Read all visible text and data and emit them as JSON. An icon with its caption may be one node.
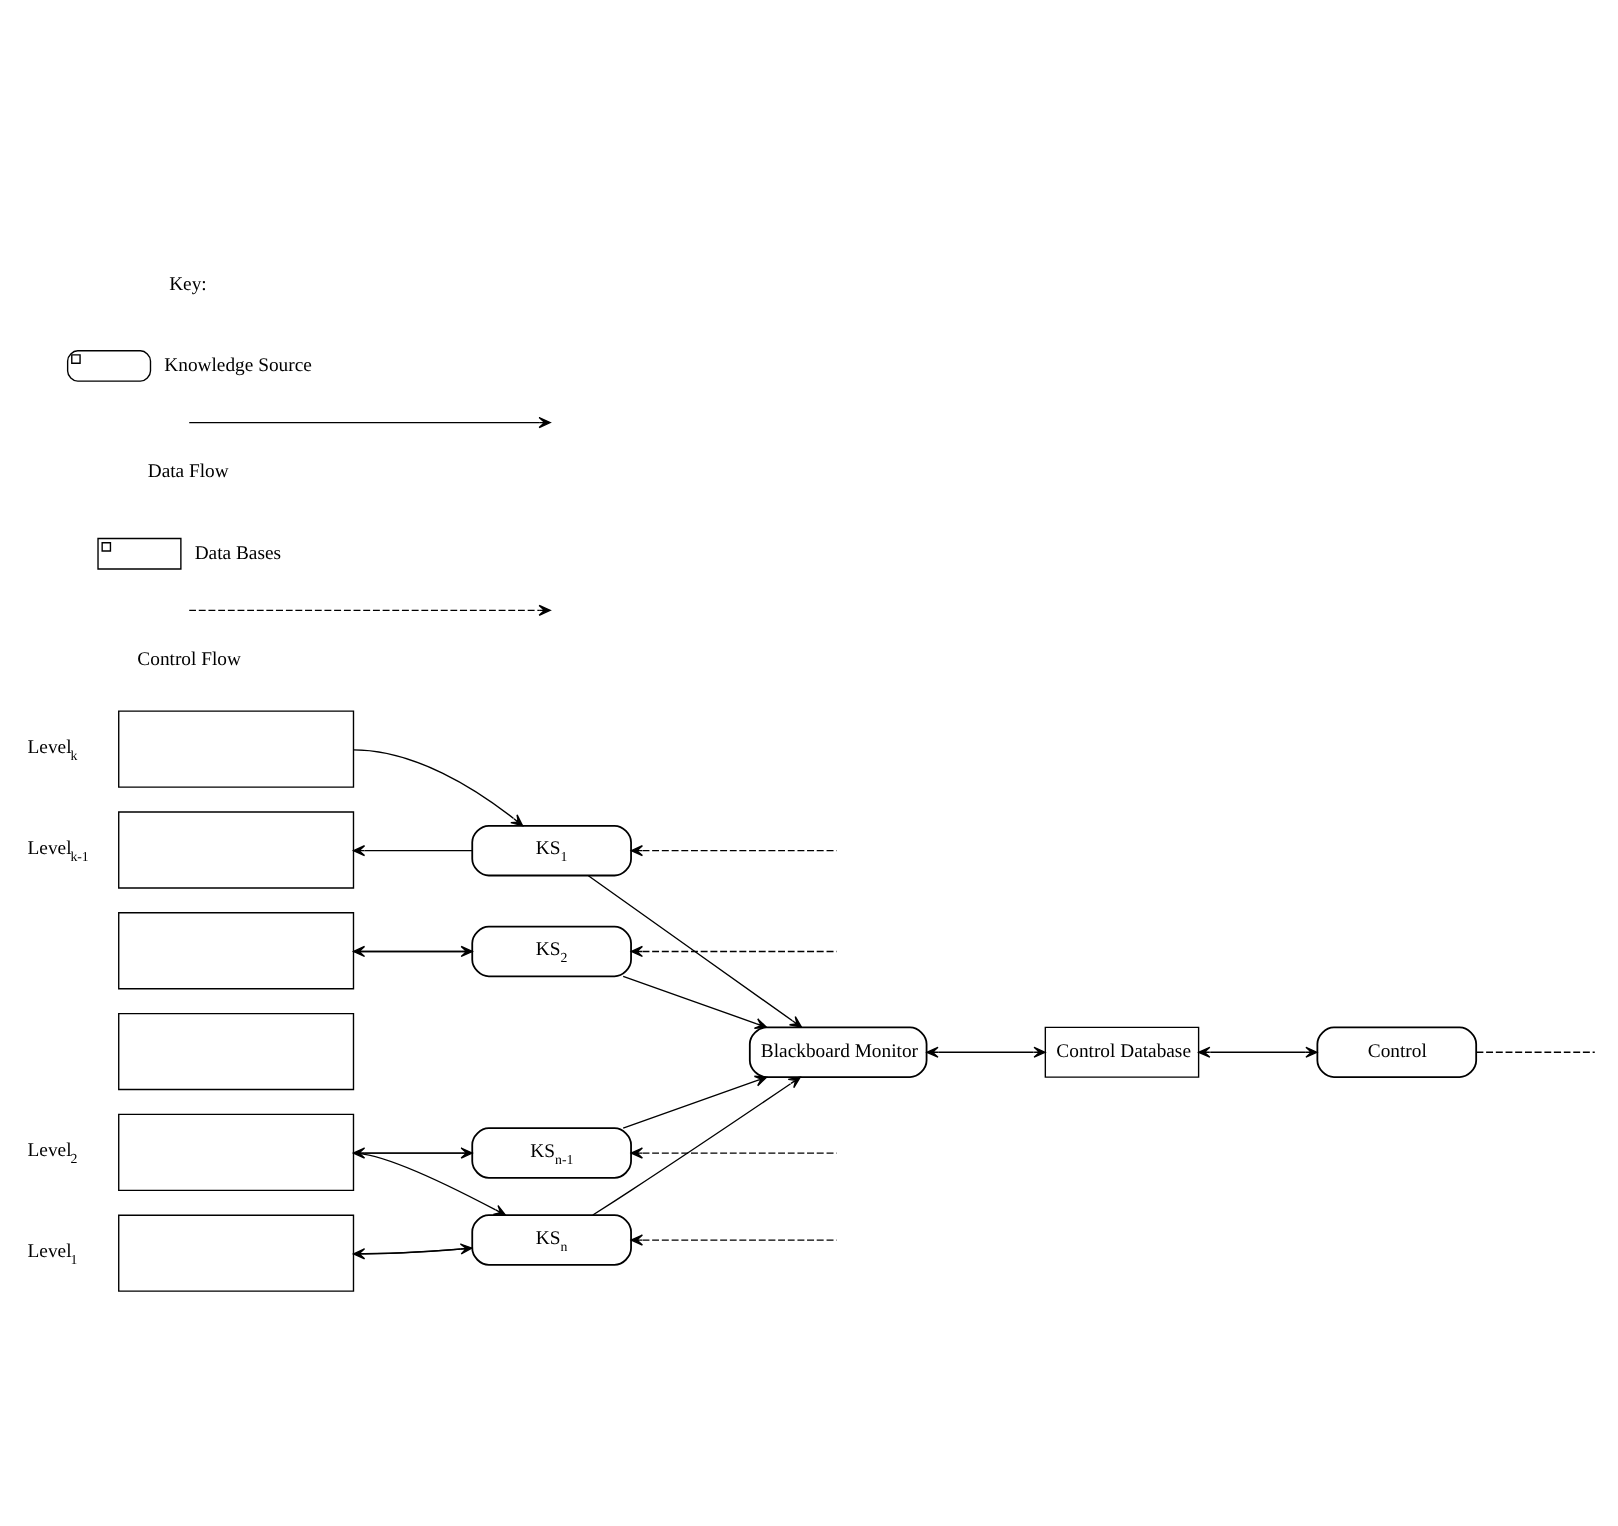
{
  "diagram": {
    "nodes": [
      {
        "text": [
          "Level$_{k}$"
        ]
      },
      {
        "text": [
          "Level$_{k-1}$"
        ]
      },
      {
        "text": [],
        "shape": "box"
      },
      {
        "text": [],
        "shape": "box"
      },
      {
        "text": [
          "Level$_{2}$"
        ]
      },
      {
        "text": [
          "Level$_{1}$"
        ]
      },
      {
        "text": [
          "KS$_{1}$"
        ]
      },
      {
        "text": [
          "KS$_{2}$"
        ]
      },
      {
        "text": [
          "KS$_{n-1}$"
        ]
      },
      {
        "text": [
          "KS$_{n}$"
        ]
      },
      {
        "text": [
          "Blackboard Monitor"
        ]
      },
      {
        "text": [
          "Control Database"
        ]
      },
      {
        "text": [
          "Control"
        ]
      }
    ],
    "edges": [
      {
        "from": 0,
        "to": 6,
        "arrow": "to"
      },
      {
        "from": 6,
        "to": 1,
        "arrow": "to"
      },
      {
        "from": 6,
        "to": 10,
        "arrow": "to"
      },
      {
        "from": 7,
        "to": 2,
        "arrow": "to"
      },
      {
        "from": 7,
        "to": 10,
        "arrow": "to"
      },
      {
        "from": 2,
        "to": 7,
        "arrow": "to"
      },
      {
        "from": 4,
        "to": 8,
        "arrow": "to"
      },
      {
        "from": 8,
        "to": 4,
        "arrow": "to"
      },
      {
        "from": 8,
        "to": 10,
        "arrow": "to"
      },
      {
        "from": 4,
        "to": 9,
        "arrow": "to"
      },
      {
        "from": 5,
        "to": 9,
        "arrow": "to"
      },
      {
        "from": 9,
        "to": 5,
        "arrow": "to"
      },
      {
        "from": 9,
        "to": 10,
        "arrow": "to"
      },
      {
        "from": 10,
        "to": 11,
        "arrow": "both"
      },
      {
        "from": 11,
        "to": 12,
        "arrow": "both"
      },
      {
        "from": null,
        "to": 6,
        "arrow": "to",
        "style": "dashed"
      },
      {
        "from": null,
        "to": 7,
        "arrow": "to",
        "style": "dashed"
      },
      {
        "from": null,
        "to": 8,
        "arrow": "to",
        "style": "dashed"
      },
      {
        "from": null,
        "to": 9,
        "arrow": "to",
        "style": "dashed"
      },
      {
        "from": 12,
        "to": null,
        "arrow": "none",
        "style": "dashed"
      }
    ],
    "labels": [
      "Key:"
    ],
    "legend": [
      {
        "text": "Knowledge Source"
      },
      {
        "text": "Data Flow"
      },
      {
        "text": "Data Bases"
      },
      {
        "text": "Control Flow"
      }
    ]
  }
}
